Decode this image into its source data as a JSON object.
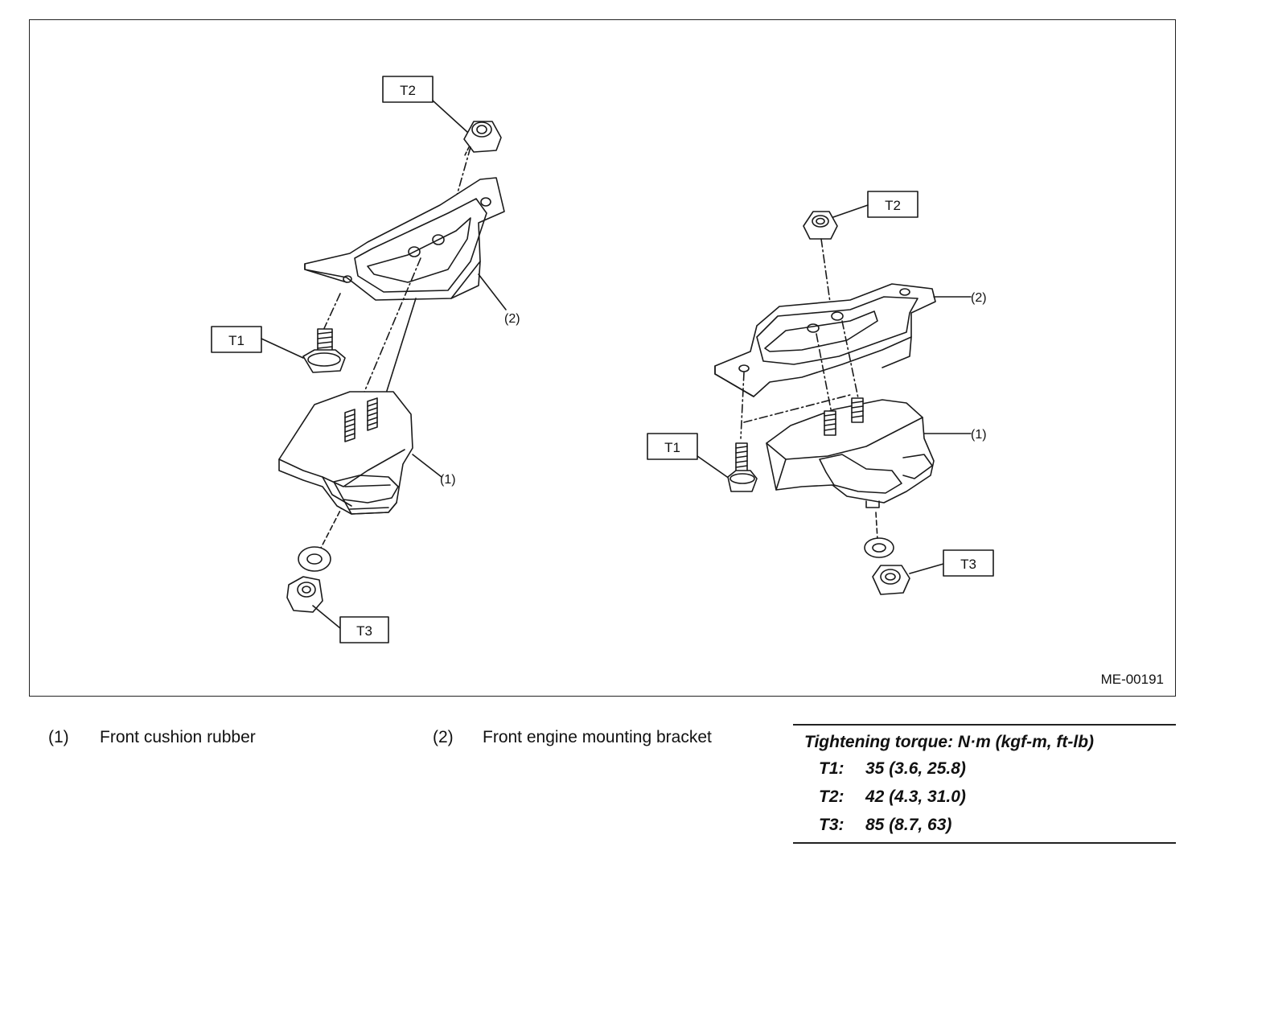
{
  "figure": {
    "id": "ME-00191",
    "callouts": {
      "t1": "T1",
      "t2": "T2",
      "t3": "T3"
    },
    "part_labels": {
      "p1": "(1)",
      "p2": "(2)"
    }
  },
  "legend": [
    {
      "num": "(1)",
      "text": "Front cushion rubber"
    },
    {
      "num": "(2)",
      "text": "Front engine mounting bracket"
    }
  ],
  "torque": {
    "title": "Tightening torque: N·m (kgf-m, ft-lb)",
    "rows": [
      {
        "key": "T1:",
        "value": "35 (3.6, 25.8)"
      },
      {
        "key": "T2:",
        "value": "42 (4.3, 31.0)"
      },
      {
        "key": "T3:",
        "value": "85 (8.7, 63)"
      }
    ]
  }
}
